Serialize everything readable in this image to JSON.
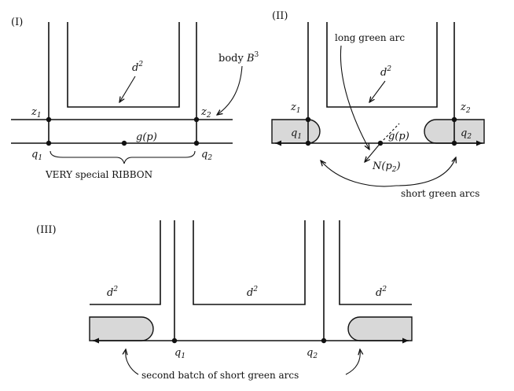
{
  "panels": {
    "p1": {
      "label": "(I)",
      "d": "d",
      "d_sup": "2",
      "z1": "z",
      "z1_sub": "1",
      "z2": "z",
      "z2_sub": "2",
      "q1": "q",
      "q1_sub": "1",
      "q2": "q",
      "q2_sub": "2",
      "gp": "g(p)",
      "body": "body",
      "body_sym": "B",
      "body_sym_sup": "3",
      "ribbon": "VERY special RIBBON"
    },
    "p2": {
      "label": "(II)",
      "d": "d",
      "d_sup": "2",
      "z1": "z",
      "z1_sub": "1",
      "z2": "z",
      "z2_sub": "2",
      "q1": "q",
      "q1_sub": "1",
      "q2": "q",
      "q2_sub": "2",
      "gp": "g(p)",
      "np": "N(p",
      "np_sub": "2",
      "np_end": ")",
      "long_arc": "long green arc",
      "short_arcs": "short green arcs"
    },
    "p3": {
      "label": "(III)",
      "d_left": "d",
      "d_left_sup": "2",
      "d_mid": "d",
      "d_mid_sup": "2",
      "d_right": "d",
      "d_right_sup": "2",
      "q1": "q",
      "q1_sub": "1",
      "q2": "q",
      "q2_sub": "2",
      "batch": "second batch of short green arcs"
    }
  },
  "colors": {
    "shade": "#d8d8d8",
    "ink": "#111111"
  }
}
